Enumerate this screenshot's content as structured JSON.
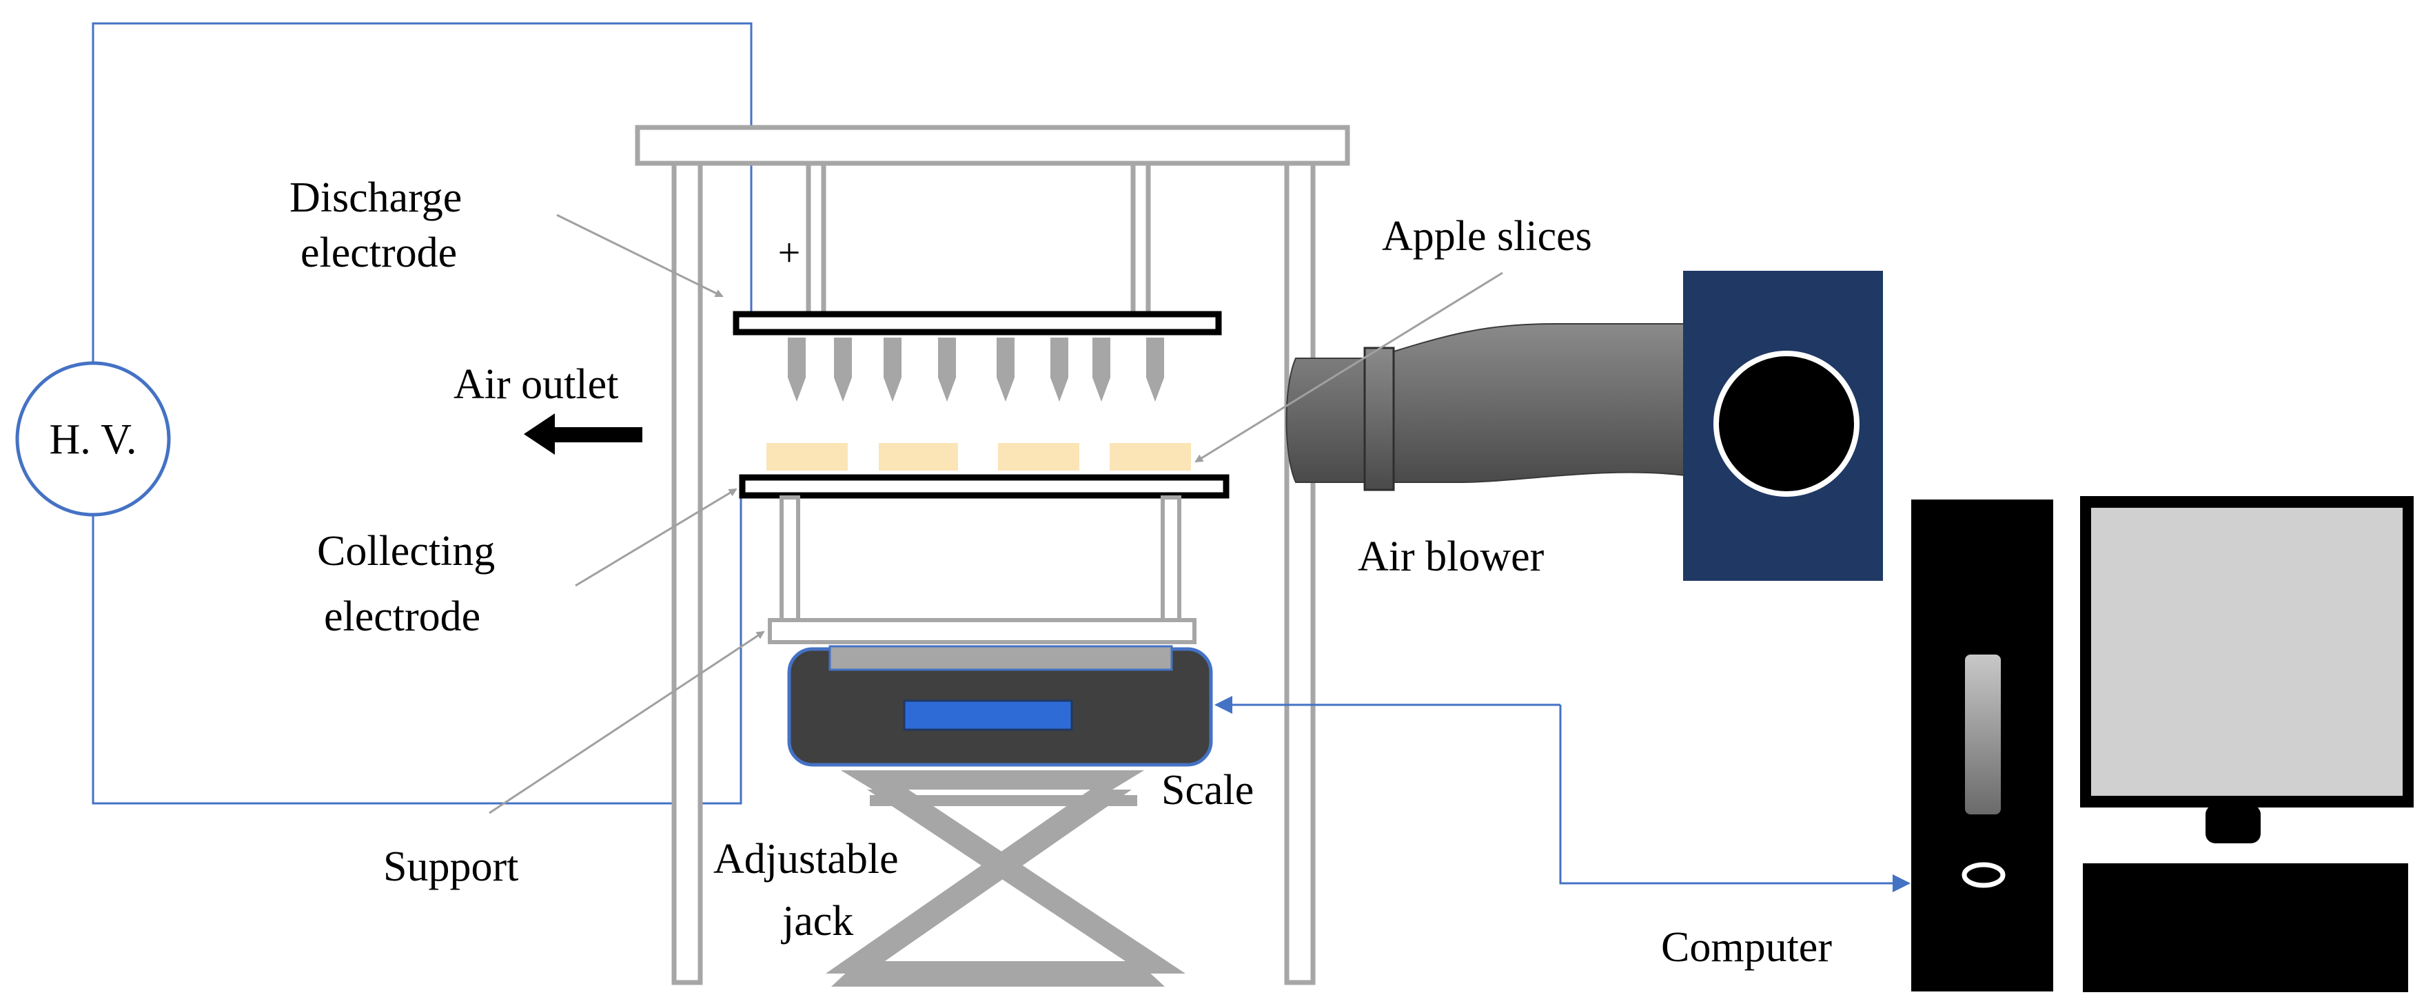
{
  "labels": {
    "hv": "H. V.",
    "plus": "+",
    "discharge_electrode_line1": "Discharge",
    "discharge_electrode_line2": "electrode",
    "air_outlet": "Air outlet",
    "collecting_electrode_line1": "Collecting",
    "collecting_electrode_line2": "electrode",
    "support": "Support",
    "adjustable_jack_line1": "Adjustable",
    "adjustable_jack_line2": "jack",
    "scale": "Scale",
    "apple_slices": "Apple slices",
    "air_blower": "Air blower",
    "computer": "Computer"
  },
  "colors": {
    "frame_gray": "#a6a6a6",
    "wire_blue": "#4472c4",
    "arrow_black": "#000000",
    "apple_slice": "#fbe5b6",
    "blower_navy": "#203864",
    "scale_dark": "#404040",
    "scale_display": "#2e6bd6",
    "monitor_screen": "#d0d0d0",
    "leader_gray": "#a0a0a0"
  },
  "icons": {
    "blower_fan": "circle-fan-icon",
    "air_outlet_arrow": "left-arrow-icon"
  }
}
